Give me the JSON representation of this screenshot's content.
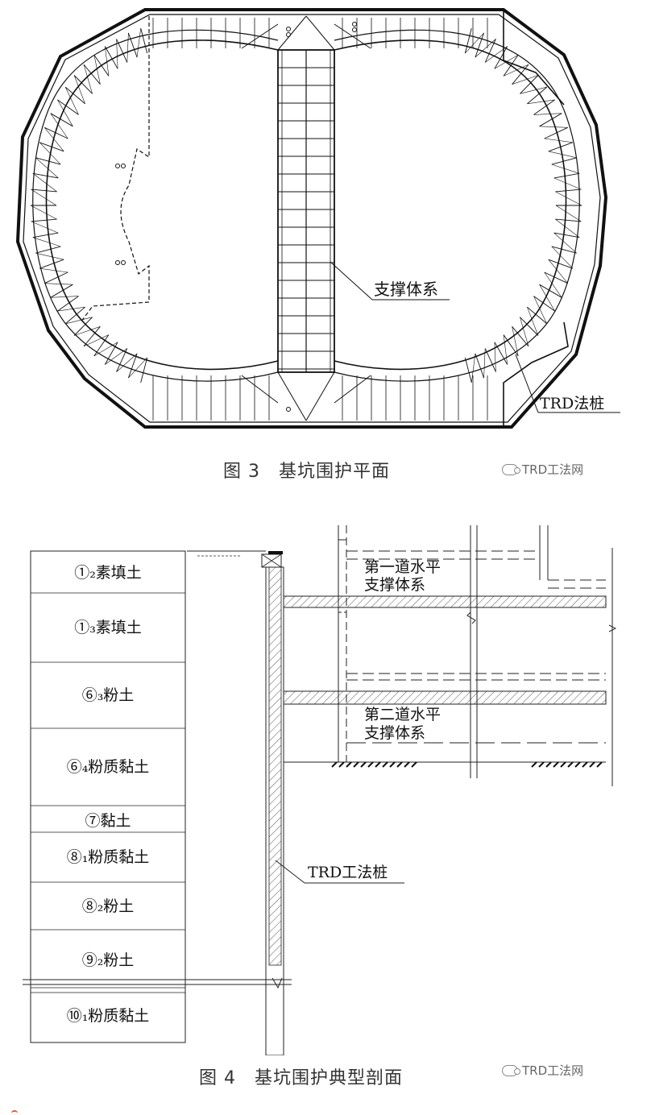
{
  "figure3": {
    "caption": "图 3　基坑围护平面",
    "labels": {
      "support": "支撑体系",
      "trd": "TRD法桩"
    }
  },
  "figure4": {
    "caption": "图 4　基坑围护典型剖面",
    "soil_layers": [
      "①₂素填土",
      "①₃素填土",
      "⑥₃粉土",
      "⑥₄粉质黏土",
      "⑦黏土",
      "⑧₁粉质黏土",
      "⑧₂粉土",
      "⑨₂粉土",
      "⑩₁粉质黏土"
    ],
    "labels": {
      "strut1_line1": "第一道水平",
      "strut1_line2": "支撑体系",
      "strut2_line1": "第二道水平",
      "strut2_line2": "支撑体系",
      "trd": "TRD工法桩"
    }
  },
  "watermark": "TRD工法网",
  "colors": {
    "line": "#1a1a1a",
    "caption": "#333333",
    "watermark": "#666666",
    "accent": "#e2552d"
  }
}
